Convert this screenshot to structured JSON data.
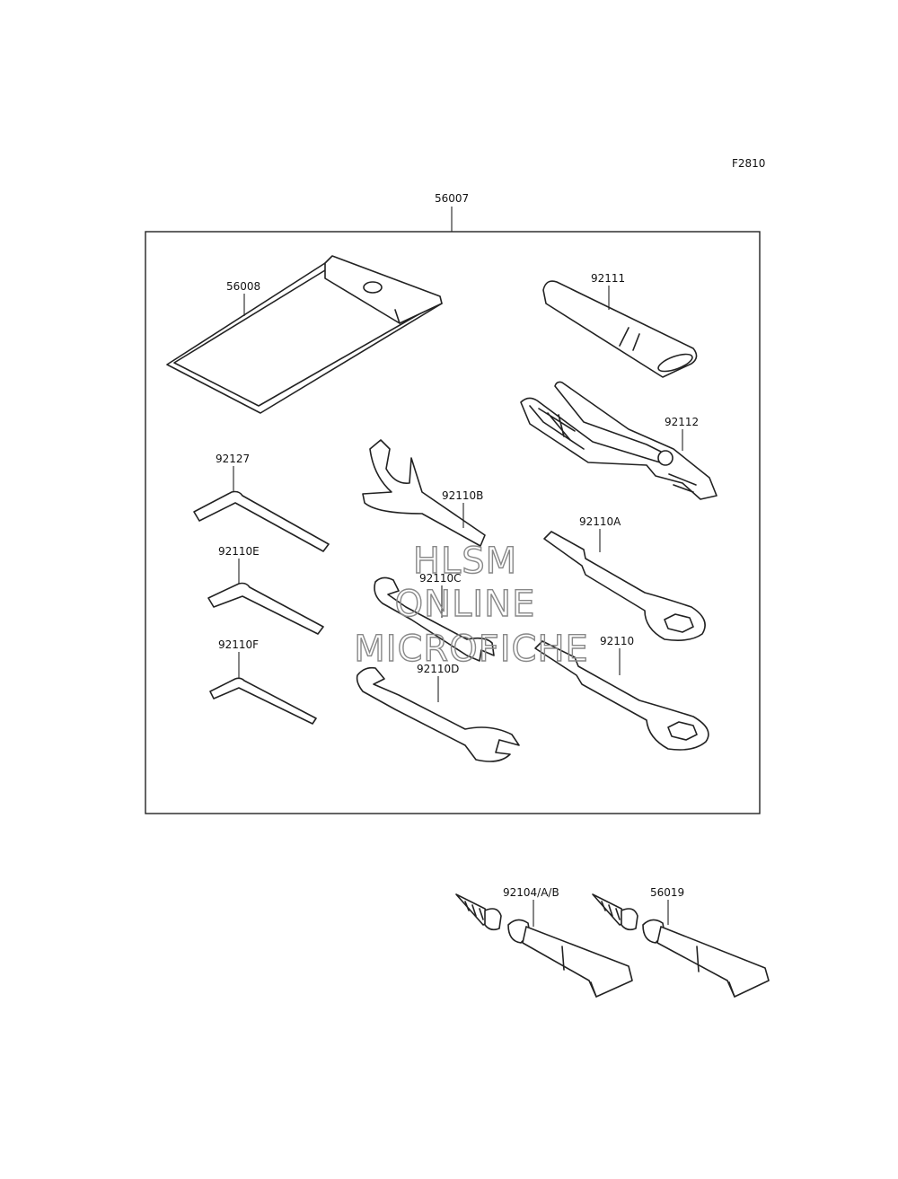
{
  "figure_code": "F2810",
  "kit_part_number": "56007",
  "parts": {
    "pouch": "56008",
    "tube_handle": "92111",
    "pliers": "92112",
    "hex_key_large": "92127",
    "spanner_hook": "92110B",
    "hex_key_medium": "92110E",
    "wrench_small": "92110C",
    "box_wrench_a": "92110A",
    "hex_key_small": "92110F",
    "wrench_medium": "92110D",
    "box_wrench": "92110",
    "tube_sealant_1": "92104/A/B",
    "tube_sealant_2": "56019"
  },
  "watermark": {
    "line1": "HLSM",
    "line2": "ONLINE",
    "line3": "MICROFICHE"
  }
}
